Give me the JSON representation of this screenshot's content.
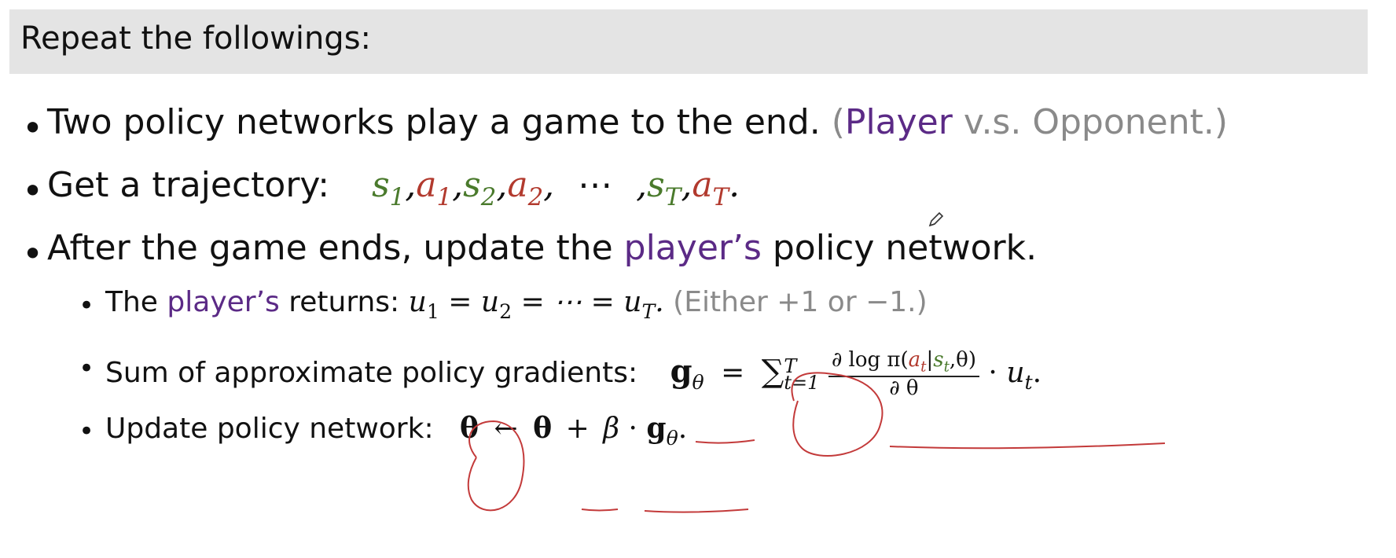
{
  "header": {
    "title": "Repeat the followings:"
  },
  "bullet1": {
    "text": "Two policy networks play a game to the end.",
    "paren_open": "(",
    "player": "Player",
    "vs": " v.s. Opponent.)"
  },
  "bullet2": {
    "label": "Get a trajectory:",
    "s1": "s",
    "s1_sub": "1",
    "a1": "a",
    "a1_sub": "1",
    "s2": "s",
    "s2_sub": "2",
    "a2": "a",
    "a2_sub": "2",
    "dots": "⋯",
    "sT": "s",
    "sT_sub": "T",
    "aT": "a",
    "aT_sub": "T",
    "comma": ",",
    "end": "."
  },
  "bullet3": {
    "pre": "After the game ends, update the ",
    "player": "player’s",
    "post": " policy network."
  },
  "sub1": {
    "pre": "The ",
    "player": "player’s",
    "post": " returns: ",
    "math": "u",
    "eq_text": " = ",
    "dots": "⋯",
    "end": ".",
    "either": "(Either +1 or −1.)",
    "sub1": "1",
    "sub2": "2",
    "subT": "T"
  },
  "sub2": {
    "label": "Sum of approximate policy gradients:",
    "g": "g",
    "g_sub": "θ",
    "equals": "=",
    "sigma": "∑",
    "sigma_sup": "T",
    "sigma_sub": "t=1",
    "num_pre": "∂ log π(",
    "num_a": "a",
    "num_a_sub": "t",
    "num_bar": "|",
    "num_s": "s",
    "num_s_sub": "t",
    "num_post": ",θ)",
    "den": "∂ θ",
    "dot": " · ",
    "u": "u",
    "u_sub": "t",
    "end": "."
  },
  "sub3": {
    "label": "Update policy network:",
    "theta": "θ",
    "arrow": "←",
    "theta2": "θ",
    "plus": "+",
    "beta": "β",
    "dot": "·",
    "g": "g",
    "g_sub": "θ",
    "end": "."
  },
  "colors": {
    "purple": "#5b2a86",
    "gray": "#8a8a8a",
    "green": "#4a7a2c",
    "red": "#b23a2e",
    "header_bg": "#e4e4e4"
  },
  "icons": [
    "pen-cursor-icon"
  ]
}
